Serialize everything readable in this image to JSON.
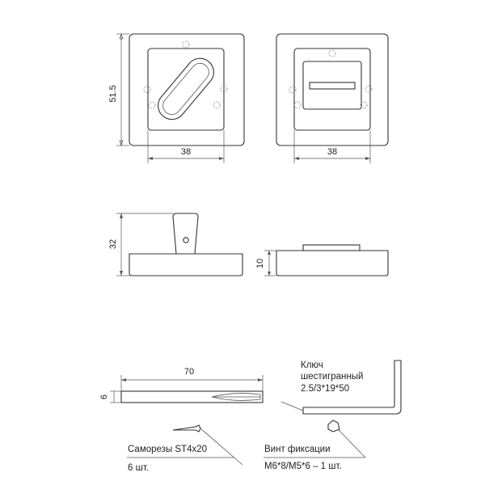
{
  "dimensions": {
    "top_height": "51.5",
    "left_width": "38",
    "right_width": "38",
    "side_height": "32",
    "side_thickness": "10",
    "key_length": "70",
    "key_thickness": "6"
  },
  "labels": {
    "hex_key_line1": "Ключ",
    "hex_key_line2": "шестигранный",
    "hex_key_line3": "2.5/3*19*50",
    "screws": "Саморезы ST4x20",
    "screws_count": "6 шт.",
    "set_screw": "Винт фиксации",
    "set_screw_spec": "M6*8/M5*6 – 1 шт."
  }
}
